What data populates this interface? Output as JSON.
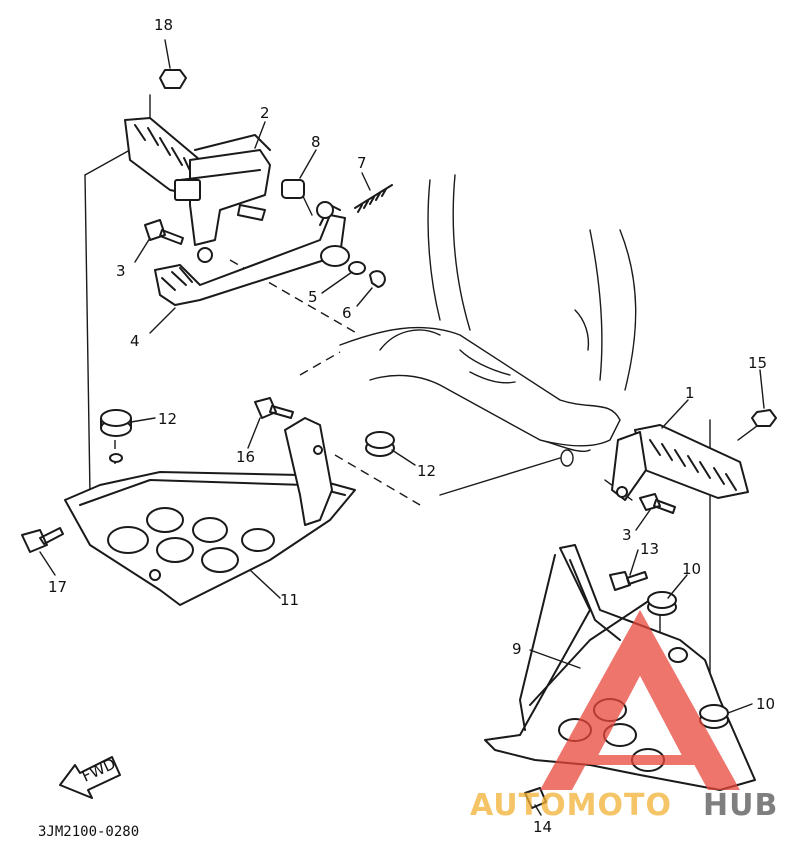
{
  "diagram_code": "3JM2100-0280",
  "fwd_label": "FWD",
  "callouts": {
    "c1": "1",
    "c2": "2",
    "c3a": "3",
    "c3b": "3",
    "c4": "4",
    "c5": "5",
    "c6": "6",
    "c7": "7",
    "c8": "8",
    "c9": "9",
    "c10a": "10",
    "c10b": "10",
    "c11": "11",
    "c12a": "12",
    "c12b": "12",
    "c13": "13",
    "c14": "14",
    "c15": "15",
    "c16": "16",
    "c17": "17",
    "c18": "18"
  },
  "watermark": {
    "text_part1": "AUTOMOTO",
    "text_part2": "HUB",
    "color1": "#f2b134",
    "color2": "#555555",
    "triangle_color": "#e8473b"
  }
}
